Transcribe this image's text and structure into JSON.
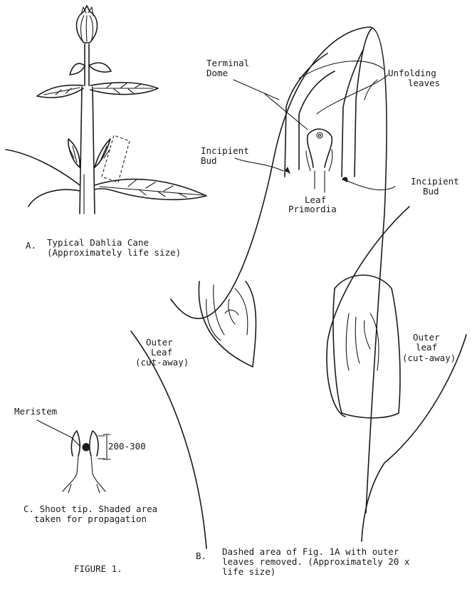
{
  "figure_title": "FIGURE 1.",
  "panel_a": {
    "letter": "A.",
    "caption_line1": "Typical Dahlia Cane",
    "caption_line2": "(Approximately life size)"
  },
  "panel_b": {
    "labels": {
      "terminal_dome_line1": "Terminal",
      "terminal_dome_line2": "Dome",
      "unfolding_leaves_line1": "Unfolding",
      "unfolding_leaves_line2": "leaves",
      "incipient_bud_left_line1": "Incipient",
      "incipient_bud_left_line2": "Bud",
      "incipient_bud_right_line1": "Incipient",
      "incipient_bud_right_line2": "Bud",
      "leaf_primordia_line1": "Leaf",
      "leaf_primordia_line2": "Primordia",
      "outer_leaf_left_line1": "Outer",
      "outer_leaf_left_line2": "Leaf",
      "outer_leaf_left_line3": "(cut-away)",
      "outer_leaf_right_line1": "Outer",
      "outer_leaf_right_line2": "leaf",
      "outer_leaf_right_line3": "(cut-away)"
    },
    "letter": "B.",
    "caption_line1": "Dashed area of Fig. 1A with outer",
    "caption_line2": "leaves removed. (Approximately 20 x",
    "caption_line3": "life size)"
  },
  "panel_c": {
    "meristem_label": "Meristem",
    "dimension_label": "200-300",
    "caption_line1": "C. Shoot tip. Shaded area",
    "caption_line2": "taken for propagation"
  }
}
